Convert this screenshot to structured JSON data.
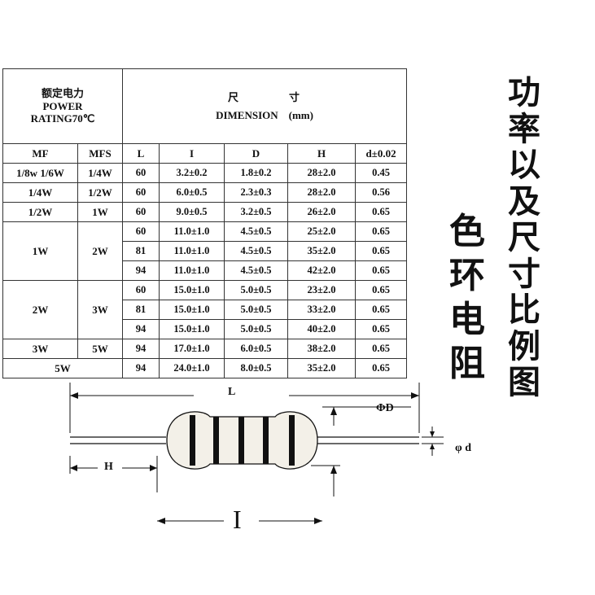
{
  "table": {
    "header": {
      "power_cn": "额定电力",
      "power_en": "POWER",
      "power_rating": "RATING70℃",
      "dim_cn_1": "尺",
      "dim_cn_2": "寸",
      "dim_en": "DIMENSION",
      "dim_unit": "(mm)"
    },
    "columns": [
      "MF",
      "MFS",
      "L",
      "I",
      "D",
      "H",
      "d±0.02"
    ],
    "groups": [
      {
        "mf": "1/8w 1/6W",
        "mfs": "1/4W",
        "rows": [
          [
            "60",
            "3.2±0.2",
            "1.8±0.2",
            "28±2.0",
            "0.45"
          ]
        ]
      },
      {
        "mf": "1/4W",
        "mfs": "1/2W",
        "rows": [
          [
            "60",
            "6.0±0.5",
            "2.3±0.3",
            "28±2.0",
            "0.56"
          ]
        ]
      },
      {
        "mf": "1/2W",
        "mfs": "1W",
        "rows": [
          [
            "60",
            "9.0±0.5",
            "3.2±0.5",
            "26±2.0",
            "0.65"
          ]
        ]
      },
      {
        "mf": "1W",
        "mfs": "2W",
        "rows": [
          [
            "60",
            "11.0±1.0",
            "4.5±0.5",
            "25±2.0",
            "0.65"
          ],
          [
            "81",
            "11.0±1.0",
            "4.5±0.5",
            "35±2.0",
            "0.65"
          ],
          [
            "94",
            "11.0±1.0",
            "4.5±0.5",
            "42±2.0",
            "0.65"
          ]
        ]
      },
      {
        "mf": "2W",
        "mfs": "3W",
        "rows": [
          [
            "60",
            "15.0±1.0",
            "5.0±0.5",
            "23±2.0",
            "0.65"
          ],
          [
            "81",
            "15.0±1.0",
            "5.0±0.5",
            "33±2.0",
            "0.65"
          ],
          [
            "94",
            "15.0±1.0",
            "5.0±0.5",
            "40±2.0",
            "0.65"
          ]
        ]
      },
      {
        "mf": "3W",
        "mfs": "5W",
        "rows": [
          [
            "94",
            "17.0±1.0",
            "6.0±0.5",
            "38±2.0",
            "0.65"
          ]
        ]
      },
      {
        "mf": "5W",
        "mfs": "",
        "rows": [
          [
            "94",
            "24.0±1.0",
            "8.0±0.5",
            "35±2.0",
            "0.65"
          ]
        ]
      }
    ]
  },
  "side_title_right": [
    "功",
    "率",
    "以",
    "及",
    "尺",
    "寸",
    "比",
    "例",
    "图"
  ],
  "side_title_mid": [
    "色",
    "环",
    "电",
    "阻"
  ],
  "diagram": {
    "label_L": "L",
    "label_D": "ΦD",
    "label_d": "φ d",
    "label_H": "H",
    "label_I": "I"
  },
  "colors": {
    "line": "#111111",
    "resistor_body": "#f3f0e8"
  }
}
